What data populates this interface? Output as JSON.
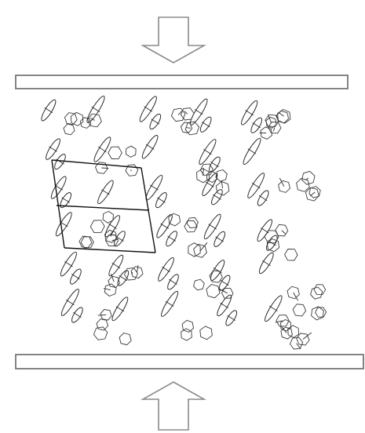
{
  "figure": {
    "arrows": [
      {
        "direction": "down"
      },
      {
        "direction": "up"
      }
    ],
    "plates": 2,
    "colors": {
      "outline": "#8a8a8a",
      "plate": "#777777",
      "ink": "#2b2b2b"
    }
  }
}
